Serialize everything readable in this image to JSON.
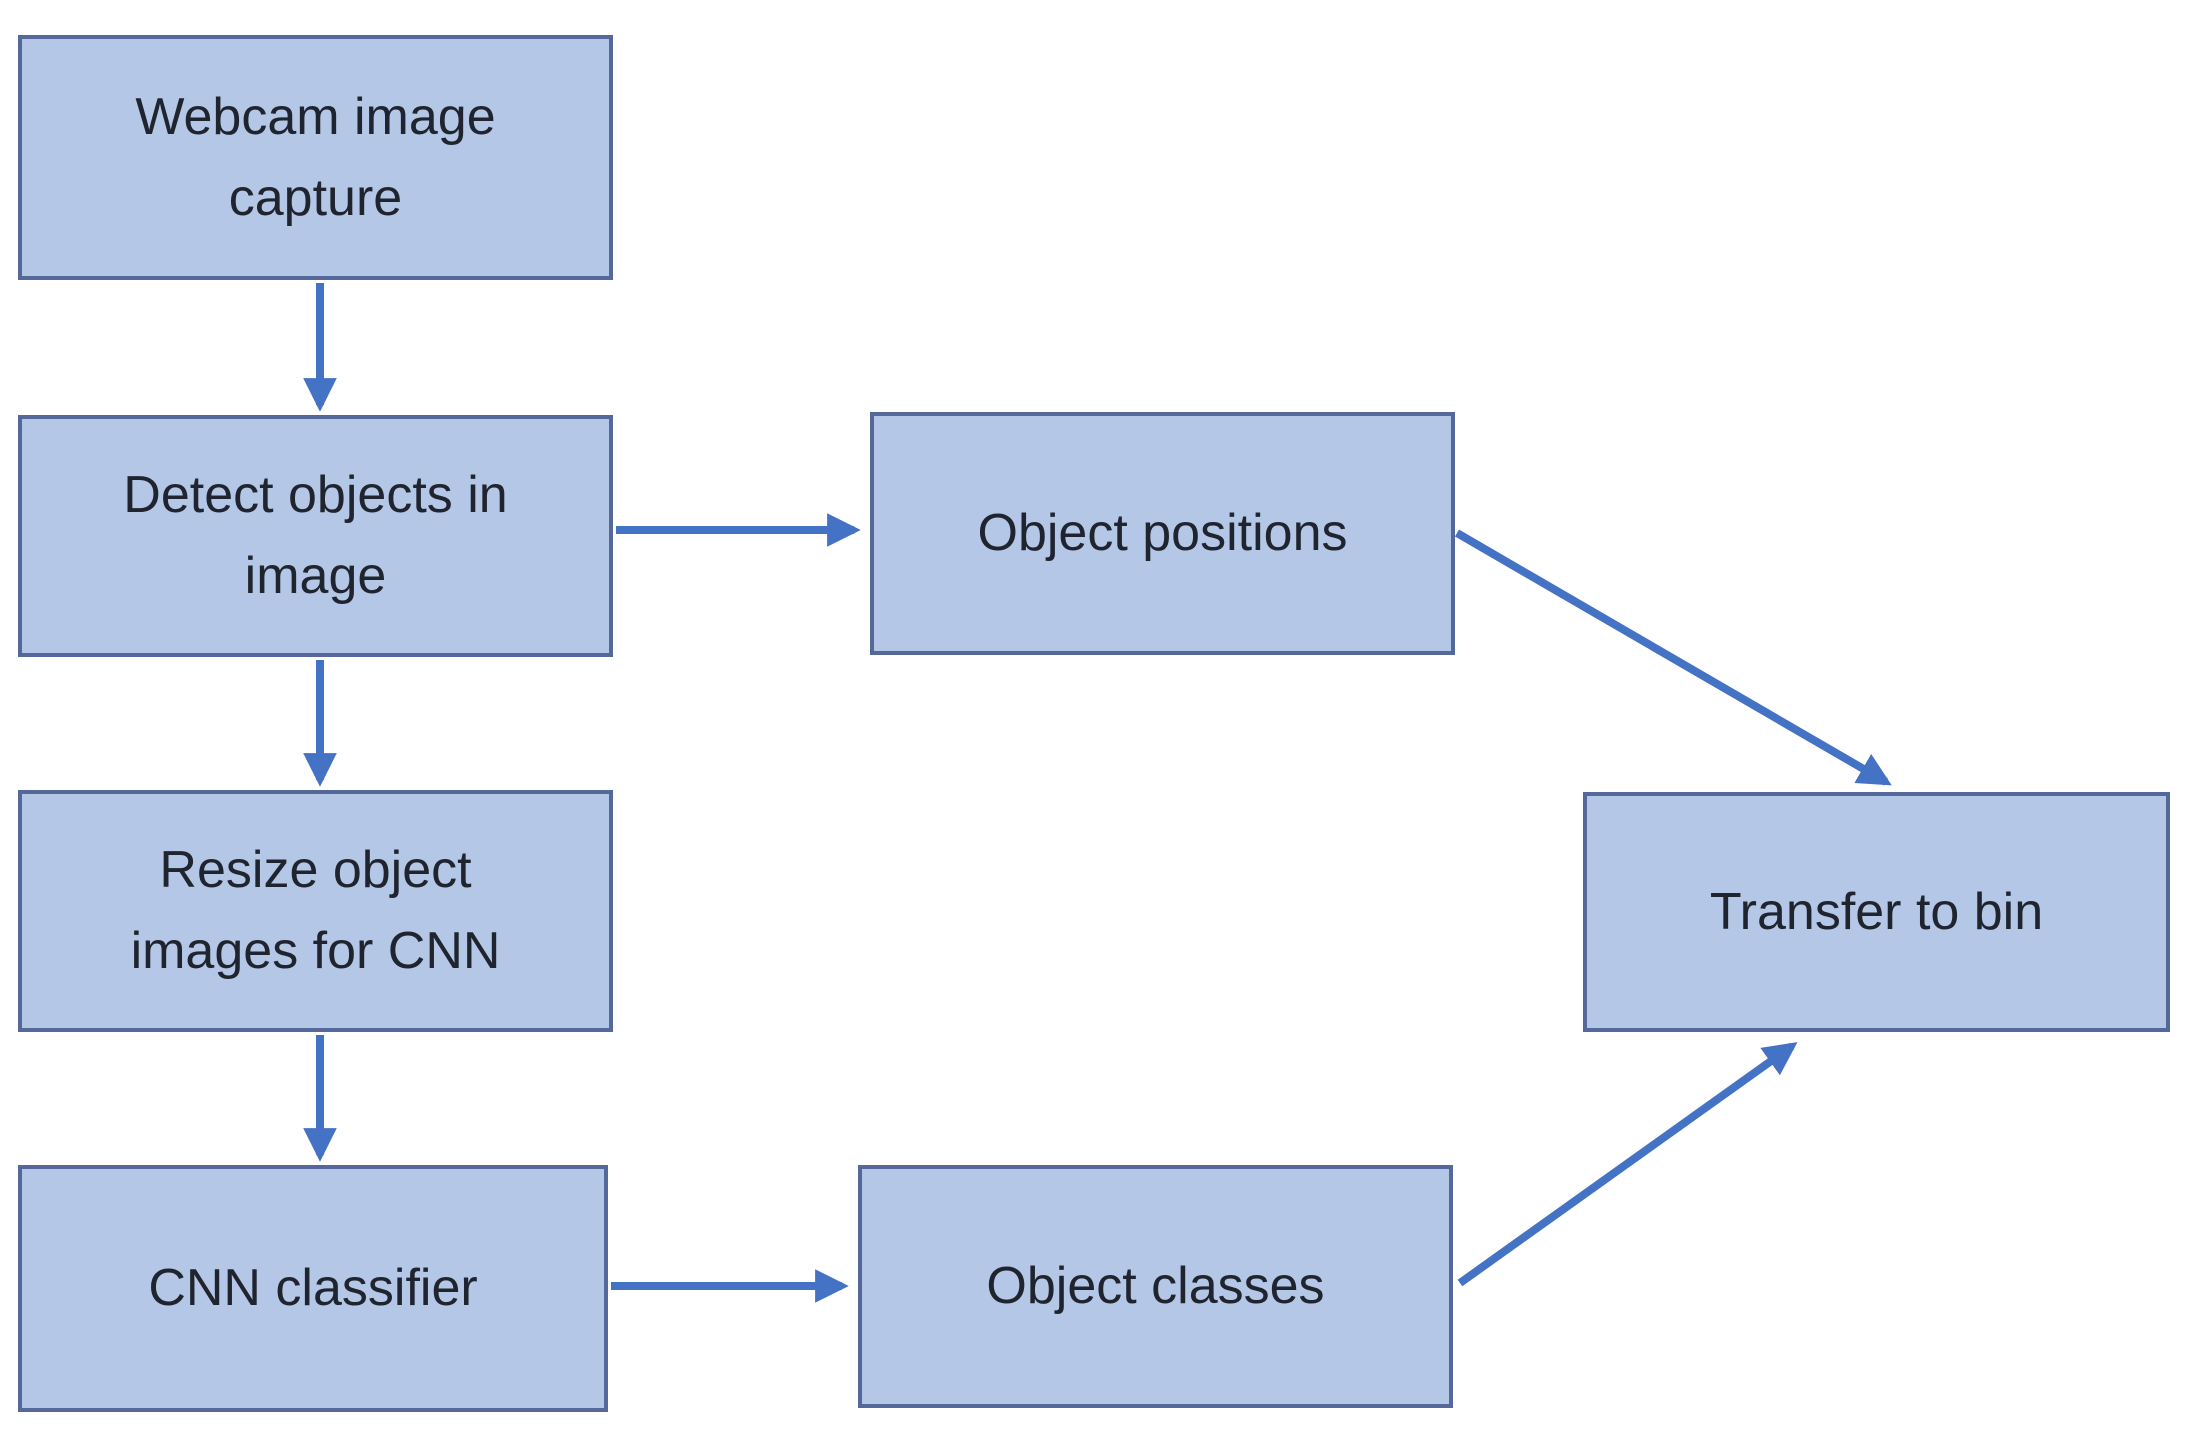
{
  "diagram": {
    "type": "flowchart",
    "nodes": {
      "webcam": {
        "label": "Webcam image\ncapture"
      },
      "detect": {
        "label": "Detect objects in\nimage"
      },
      "resize": {
        "label": "Resize object\nimages for CNN"
      },
      "cnn": {
        "label": "CNN classifier"
      },
      "positions": {
        "label": "Object positions"
      },
      "classes": {
        "label": "Object classes"
      },
      "transfer": {
        "label": "Transfer to bin"
      }
    },
    "edges": [
      {
        "from": "webcam",
        "to": "detect"
      },
      {
        "from": "detect",
        "to": "positions"
      },
      {
        "from": "detect",
        "to": "resize"
      },
      {
        "from": "resize",
        "to": "cnn"
      },
      {
        "from": "cnn",
        "to": "classes"
      },
      {
        "from": "positions",
        "to": "transfer"
      },
      {
        "from": "classes",
        "to": "transfer"
      }
    ],
    "colors": {
      "node_fill": "#b4c7e7",
      "node_border": "#54699a",
      "arrow": "#4472c4",
      "text": "#1f242e",
      "background": "#ffffff"
    }
  }
}
